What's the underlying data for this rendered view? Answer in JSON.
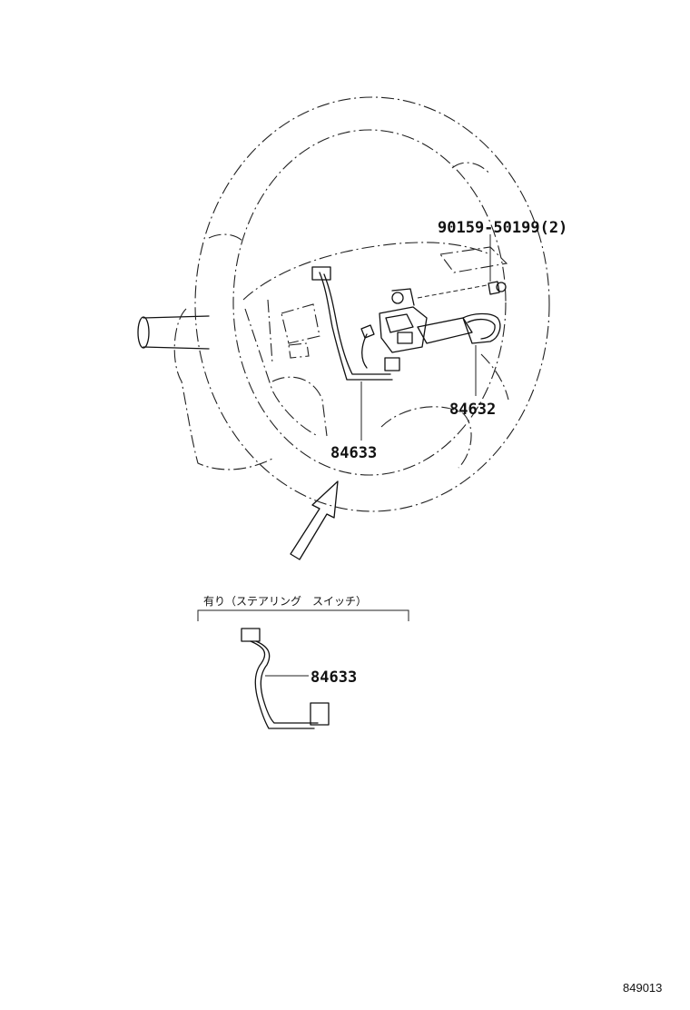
{
  "labels": {
    "bolt": "90159-50199(2)",
    "switch": "84632",
    "harness_main": "84633",
    "harness_option": "84633"
  },
  "option_box": {
    "caption": "有り（ステアリング　スイッチ）"
  },
  "reference": "849013"
}
